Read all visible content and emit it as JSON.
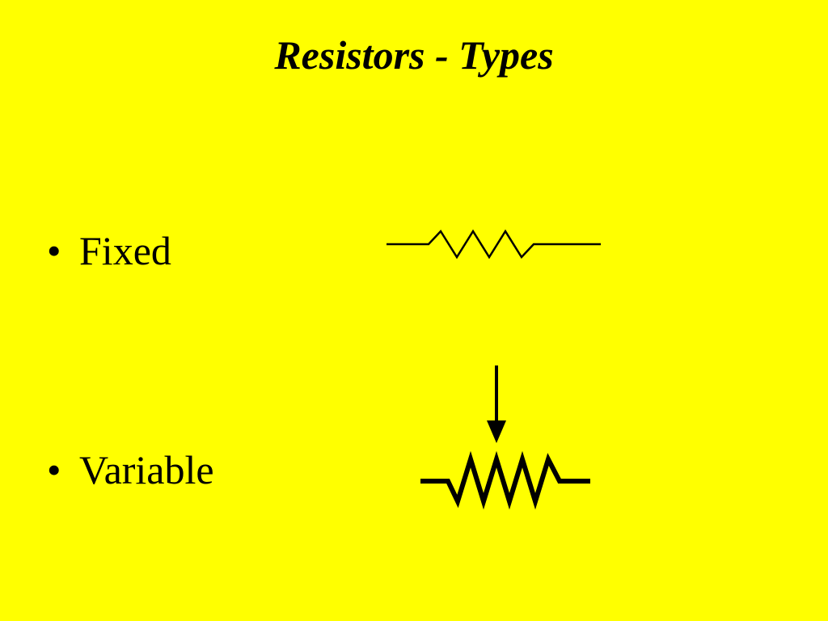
{
  "slide": {
    "title": "Resistors - Types",
    "bullets": [
      {
        "marker": "•",
        "label": "Fixed",
        "symbol": "fixed-resistor"
      },
      {
        "marker": "•",
        "label": "Variable",
        "symbol": "variable-resistor"
      }
    ]
  },
  "colors": {
    "background": "#ffff00",
    "text": "#000000",
    "symbols": "#000000"
  }
}
